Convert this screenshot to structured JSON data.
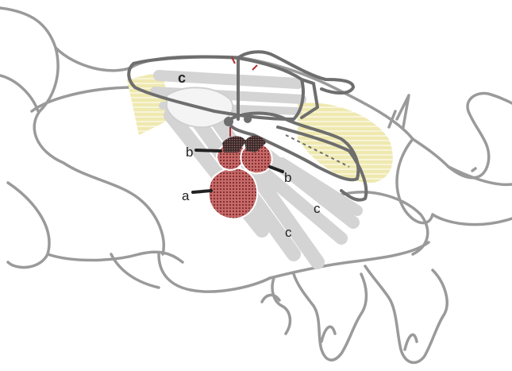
{
  "labels": {
    "a": "a",
    "b_left": "b",
    "b_right": "b",
    "c_top": "c",
    "c_mid": "c",
    "c_low": "c"
  },
  "colors": {
    "outline": "#9a9a9a",
    "dark_outline": "#6e6e6e",
    "yellow_muscle": "#efe9b0",
    "grey_muscle": "#d4d4d4",
    "red_muscle": "#c86a6a",
    "dark_muscle": "#3a2a2a"
  }
}
